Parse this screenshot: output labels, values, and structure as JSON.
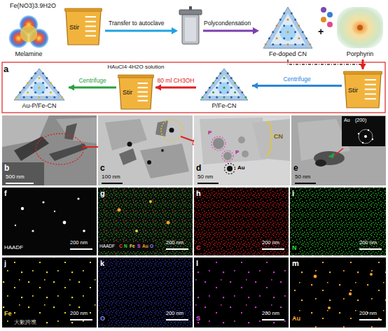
{
  "diagram": {
    "nodes": [
      {
        "text": [
          "Melamine"
        ]
      },
      {
        "text": [
          "Stir"
        ]
      },
      {
        "text": [
          "Fe-doped CN"
        ]
      },
      {
        "text": [
          "Porphyrin"
        ]
      },
      {
        "text": [
          "Stir"
        ]
      },
      {
        "text": [
          "P/Fe-CN"
        ]
      },
      {
        "text": [
          "HAuCl4·4H2O solution",
          "Stir"
        ]
      },
      {
        "text": [
          "Au-P/Fe-CN"
        ]
      }
    ],
    "edges": [
      {
        "from": 2,
        "to": 4,
        "arrow": "to"
      },
      {
        "from": 3,
        "to": 4,
        "arrow": "to"
      },
      {
        "from": 4,
        "to": 5,
        "label": "Centrifuge",
        "arrow": "to"
      },
      {
        "from": 5,
        "to": 6,
        "label": "80 ml CH3OH",
        "arrow": "to"
      },
      {
        "from": 6,
        "to": 7,
        "label": "Centrifuge",
        "arrow": "to"
      }
    ],
    "labels": [
      "Fe(NO3)3.9H2O",
      "Transfer to autoclave",
      "Polycondensation",
      "+",
      "a",
      "b",
      "500 nm",
      "c",
      "100 nm",
      "d",
      "P",
      "P",
      "Au",
      "CN",
      "50 nm",
      "e",
      "Au",
      "(200)",
      "50 nm",
      "f",
      "HAADF",
      "200 nm",
      "g",
      "HAADF",
      "C",
      "N",
      "Fe",
      "S",
      "Au",
      "O",
      "200 nm",
      "h",
      "C",
      "200 nm",
      "i",
      "N",
      "200 nm",
      "j",
      "Fe",
      "200 nm",
      "k",
      "O",
      "200 nm",
      "l",
      "S",
      "200 nm",
      "m",
      "Au",
      "200 nm",
      "大数跨境"
    ]
  }
}
